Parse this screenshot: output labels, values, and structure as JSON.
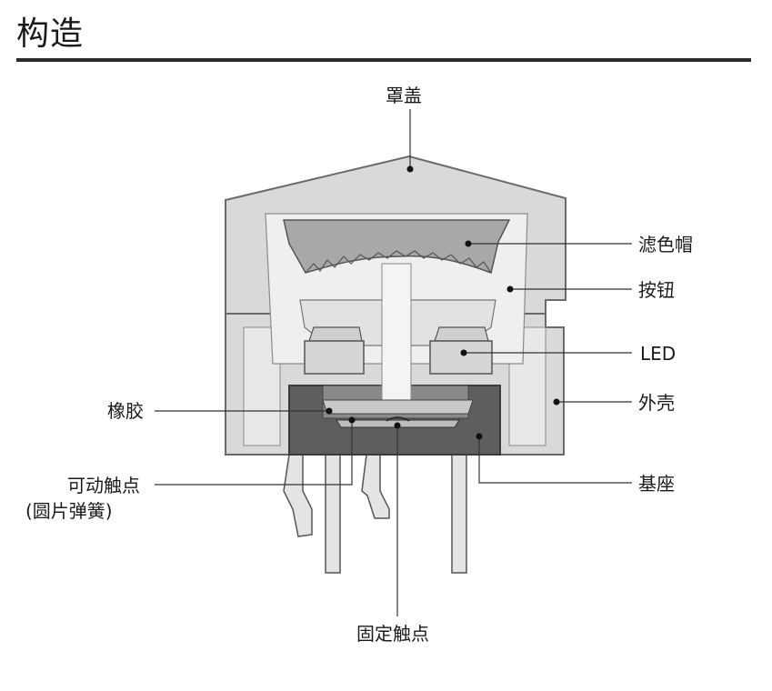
{
  "title": "构造",
  "labels": {
    "cover": "罩盖",
    "filter_cap": "滤色帽",
    "button": "按钮",
    "led": "LED",
    "outer_case": "外壳",
    "rubber": "橡胶",
    "movable_contact_line1": "可动触点",
    "movable_contact_line2": "(圆片弹簧)",
    "base": "基座",
    "fixed_contact": "固定触点"
  },
  "colors": {
    "housing": "#d9d9d9",
    "inner": "#ececec",
    "filter": "#a8a8a8",
    "base": "#5e5e5e",
    "outline": "#6a6a6a"
  }
}
